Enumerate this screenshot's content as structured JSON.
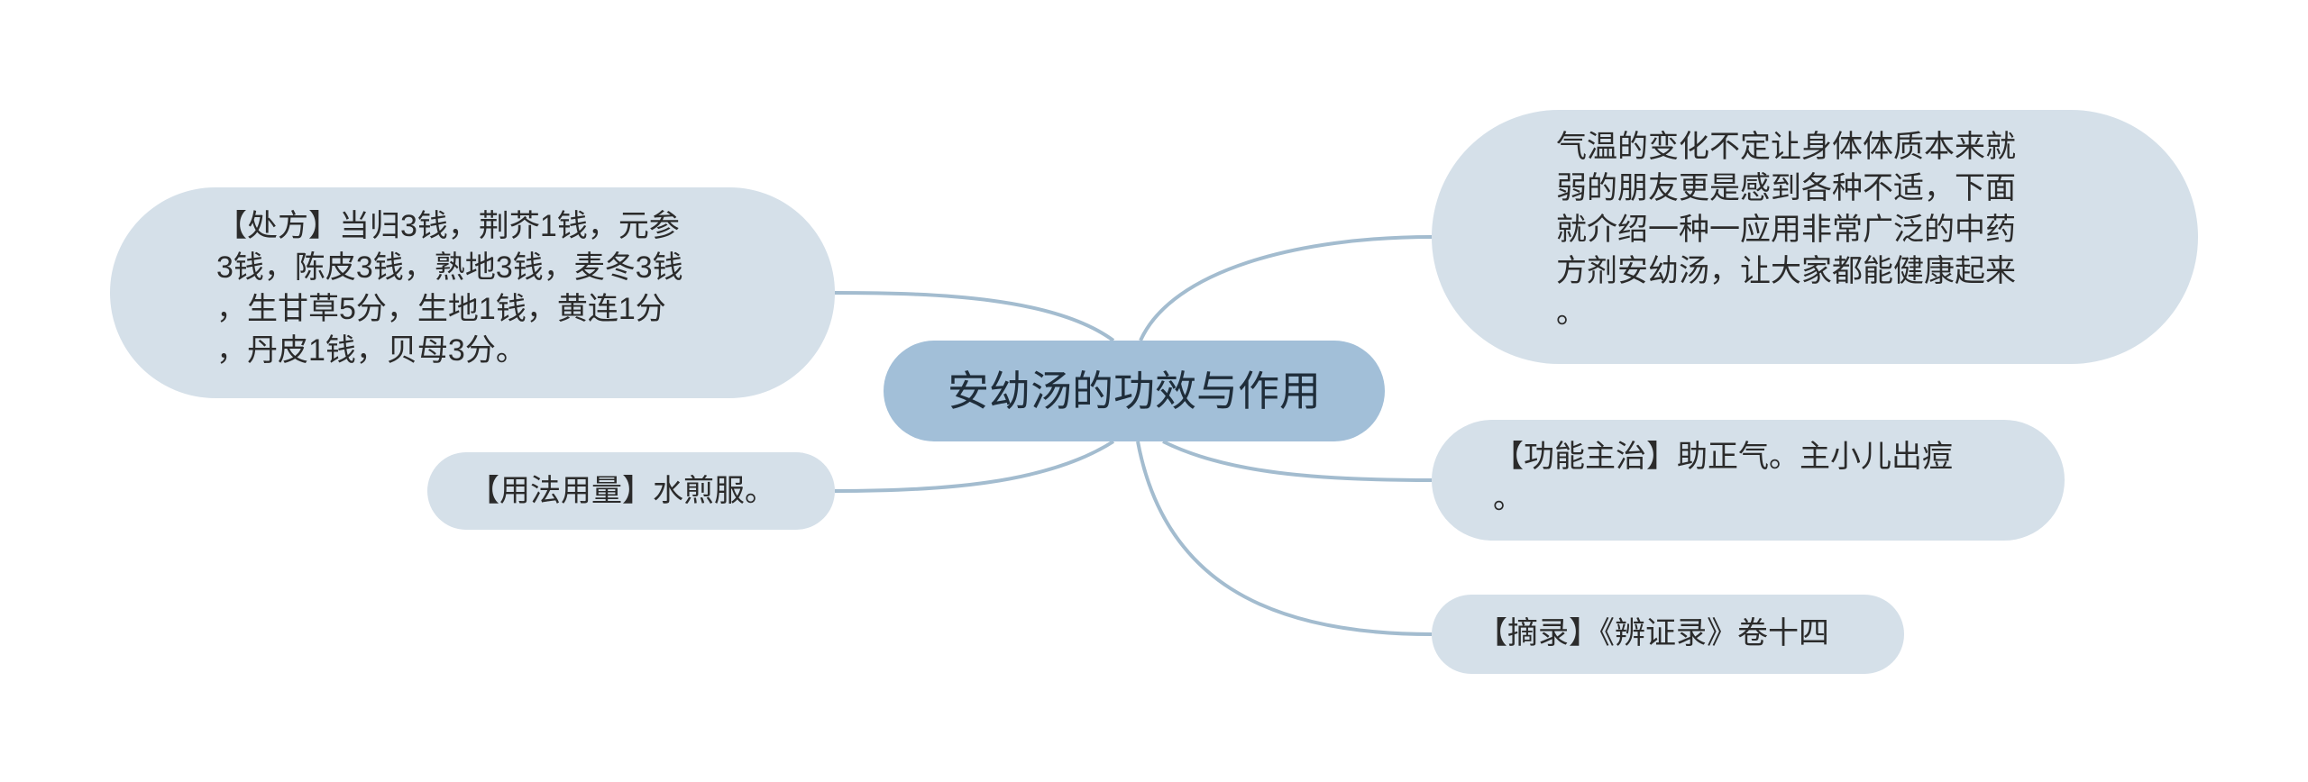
{
  "mindmap": {
    "central_topic": "安幼汤的功效与作用",
    "branches": {
      "prescription": "【处方】当归3钱，荆芥1钱，元参\n3钱，陈皮3钱，熟地3钱，麦冬3钱\n，生甘草5分，生地1钱，黄连1分\n，丹皮1钱，贝母3分。",
      "usage": "【用法用量】水煎服。",
      "intro": "气温的变化不定让身体体质本来就\n弱的朋友更是感到各种不适，下面\n就介绍一种一应用非常广泛的中药\n方剂安幼汤，让大家都能健康起来\n。",
      "function": "【功能主治】助正气。主小儿出痘\n。",
      "source": "【摘录】《辨证录》卷十四"
    },
    "colors": {
      "central_fill": "#a2bfd8",
      "branch_fill": "#d5e0e9",
      "connector": "#a3bccf"
    }
  }
}
